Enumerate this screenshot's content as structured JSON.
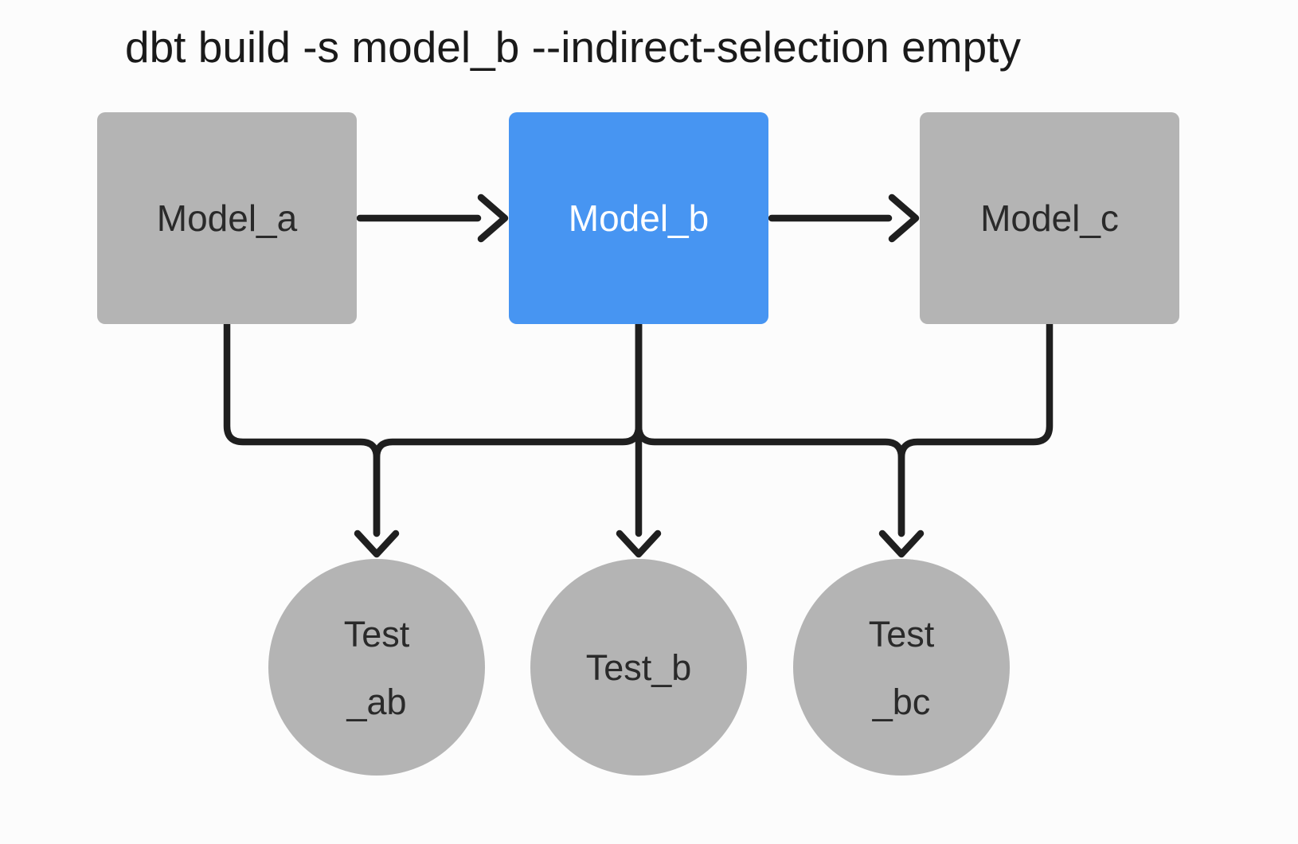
{
  "title": "dbt build -s model_b --indirect-selection empty",
  "colors": {
    "background": "#fcfcfc",
    "node_gray": "#b4b4b4",
    "node_selected_blue": "#4795f2",
    "edge": "#1f1f1f",
    "text_dark": "#2a2a2a",
    "text_light": "#ffffff",
    "title": "#1a1a1a"
  },
  "diagram": {
    "models": [
      {
        "id": "model_a",
        "label": "Model_a",
        "selected": false
      },
      {
        "id": "model_b",
        "label": "Model_b",
        "selected": true
      },
      {
        "id": "model_c",
        "label": "Model_c",
        "selected": false
      }
    ],
    "tests": [
      {
        "id": "test_ab",
        "label_lines": [
          "Test",
          "_ab"
        ]
      },
      {
        "id": "test_b",
        "label_lines": [
          "Test_b"
        ]
      },
      {
        "id": "test_bc",
        "label_lines": [
          "Test",
          "_bc"
        ]
      }
    ],
    "edges": [
      {
        "from": "model_a",
        "to": "model_b"
      },
      {
        "from": "model_b",
        "to": "model_c"
      },
      {
        "from": "model_a",
        "to": "test_ab"
      },
      {
        "from": "model_b",
        "to": "test_ab"
      },
      {
        "from": "model_b",
        "to": "test_b"
      },
      {
        "from": "model_b",
        "to": "test_bc"
      },
      {
        "from": "model_c",
        "to": "test_bc"
      }
    ]
  }
}
